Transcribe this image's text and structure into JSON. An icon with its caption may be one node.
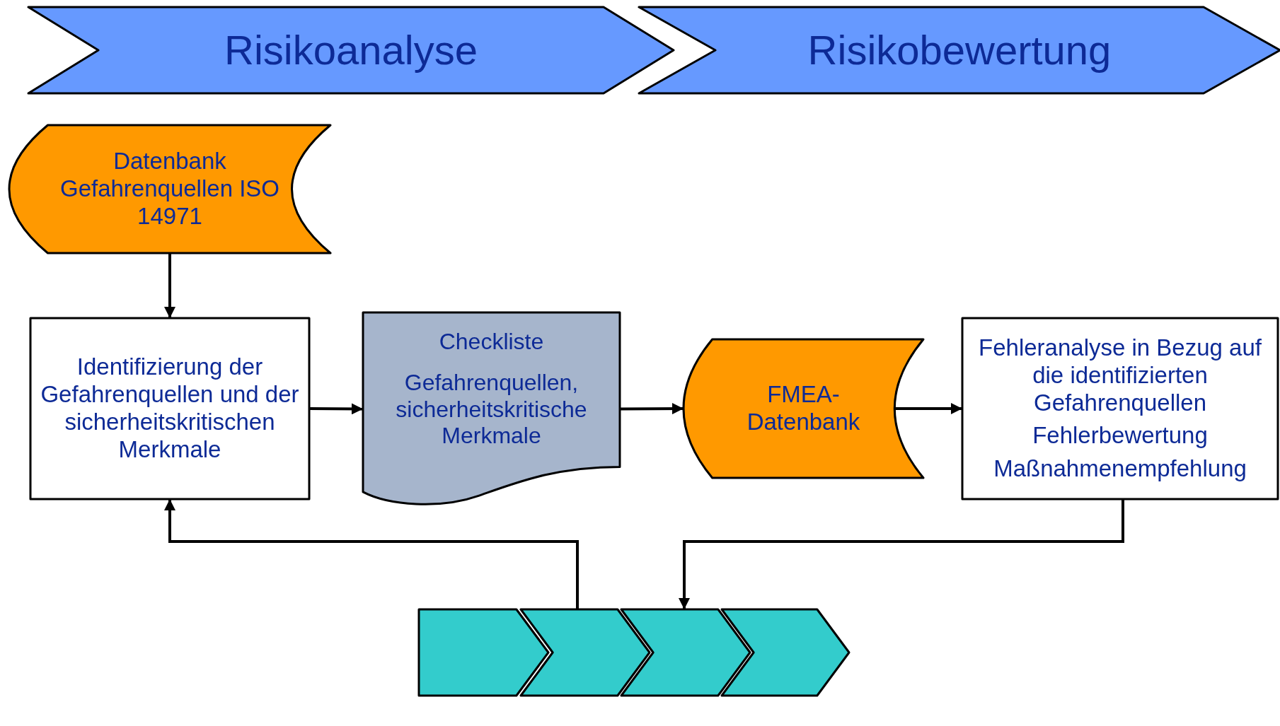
{
  "diagram": {
    "nodes": [
      {
        "text": [
          "Risikoanalyse"
        ]
      },
      {
        "text": [
          "Risikobewertung"
        ]
      },
      {
        "text": [
          "Datenbank Gefahrenquellen ISO 14971"
        ]
      },
      {
        "text": [
          "Identifizierung der Gefahrenquellen und der sicherheitskritischen Merkmale"
        ]
      },
      {
        "text": [
          "Checkliste",
          "Gefahrenquellen, sicherheitskritische Merkmale"
        ]
      },
      {
        "text": [
          "FMEA-Datenbank"
        ]
      },
      {
        "text": [
          "Fehleranalyse in Bezug auf die identifizierten Gefahrenquellen",
          "Fehlerbewertung",
          "Maßnahmenempfehlung"
        ]
      },
      {
        "text": [],
        "shape": "chevron"
      },
      {
        "text": [],
        "shape": "chevron"
      },
      {
        "text": [],
        "shape": "chevron"
      },
      {
        "text": [],
        "shape": "chevron"
      }
    ],
    "edges": [
      {
        "from": 2,
        "to": 3,
        "arrow": "to"
      },
      {
        "from": 3,
        "to": 4,
        "arrow": "to"
      },
      {
        "from": 4,
        "to": 5,
        "arrow": "to"
      },
      {
        "from": 5,
        "to": 6,
        "arrow": "to"
      },
      {
        "from": 8,
        "to": 3,
        "arrow": "to"
      },
      {
        "from": 6,
        "to": 9,
        "arrow": "to"
      }
    ]
  }
}
